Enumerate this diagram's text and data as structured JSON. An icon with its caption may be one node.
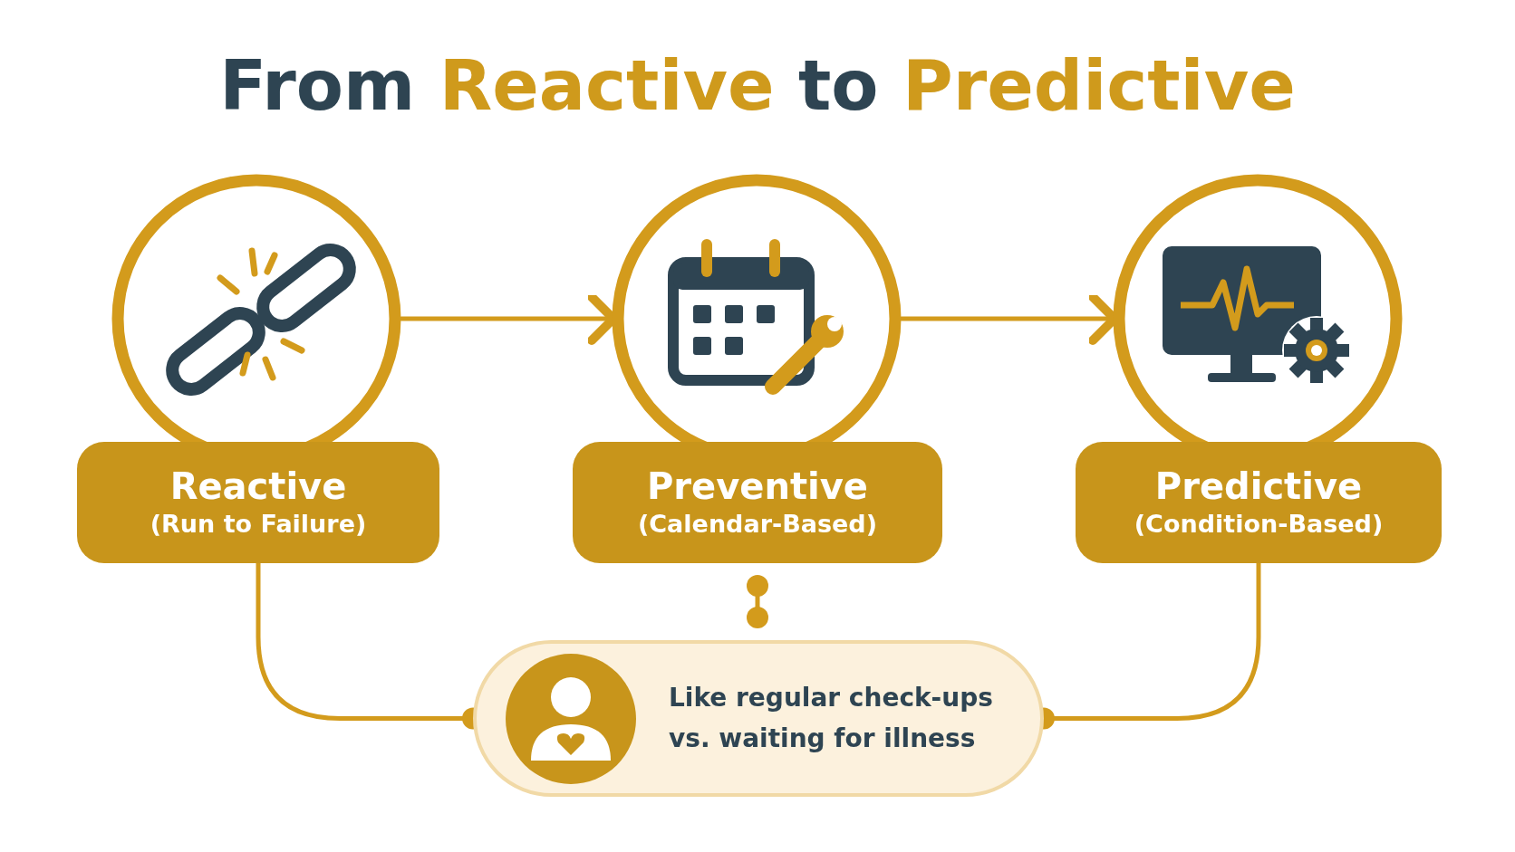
{
  "diagram": {
    "title": "From Reactive to Predictive",
    "nodes": [
      {
        "text": [],
        "shape": "circle"
      },
      {
        "text": [
          "Reactive",
          "(Run to Failure)"
        ]
      },
      {
        "text": [],
        "shape": "circle"
      },
      {
        "text": [
          "Preventive",
          "(Calendar-Based)"
        ]
      },
      {
        "text": [],
        "shape": "circle"
      },
      {
        "text": [
          "Predictive",
          "(Condition-Based)"
        ]
      },
      {
        "text": [
          "Like regular check-ups vs. waiting for illness"
        ]
      }
    ],
    "edges": [
      {
        "from": 0,
        "to": 2,
        "arrow": "to"
      },
      {
        "from": 2,
        "to": 4,
        "arrow": "to"
      },
      {
        "from": 1,
        "to": 6,
        "arrow": "other"
      },
      {
        "from": 3,
        "to": 6,
        "arrow": "other"
      },
      {
        "from": 5,
        "to": 6,
        "arrow": "other"
      }
    ]
  }
}
